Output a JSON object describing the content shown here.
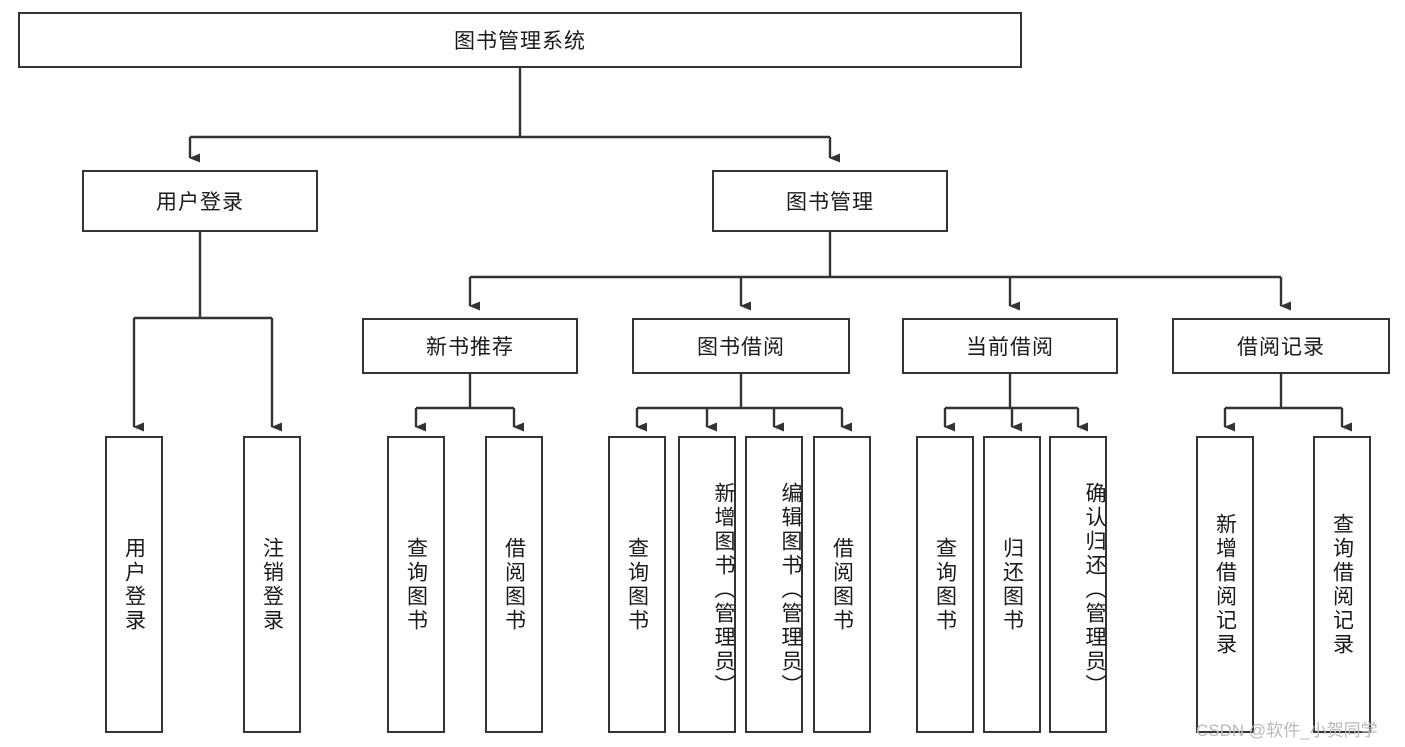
{
  "diagram": {
    "title": "图书管理系统",
    "type": "hierarchy-tree",
    "colors": {
      "stroke": "#333333",
      "fill": "#ffffff",
      "text": "#1a1a1a",
      "watermark": "#b9b9b9"
    },
    "levels": {
      "root": {
        "label": "图书管理系统"
      },
      "level2": [
        {
          "label": "用户登录"
        },
        {
          "label": "图书管理"
        }
      ],
      "level3": [
        {
          "label": "新书推荐"
        },
        {
          "label": "图书借阅"
        },
        {
          "label": "当前借阅"
        },
        {
          "label": "借阅记录"
        }
      ],
      "leaves": {
        "user_login": [
          {
            "label": "用户登录"
          },
          {
            "label": "注销登录"
          }
        ],
        "new_book_recommend": [
          {
            "label": "查询图书"
          },
          {
            "label": "借阅图书"
          }
        ],
        "book_borrow": [
          {
            "label": "查询图书"
          },
          {
            "label": "新增图书（管理员）"
          },
          {
            "label": "编辑图书（管理员）"
          },
          {
            "label": "借阅图书"
          }
        ],
        "current_borrow": [
          {
            "label": "查询图书"
          },
          {
            "label": "归还图书"
          },
          {
            "label": "确认归还（管理员）"
          }
        ],
        "borrow_record": [
          {
            "label": "新增借阅记录"
          },
          {
            "label": "查询借阅记录"
          }
        ]
      }
    }
  },
  "watermark": {
    "text": "CSDN @软件_小贺同学"
  }
}
